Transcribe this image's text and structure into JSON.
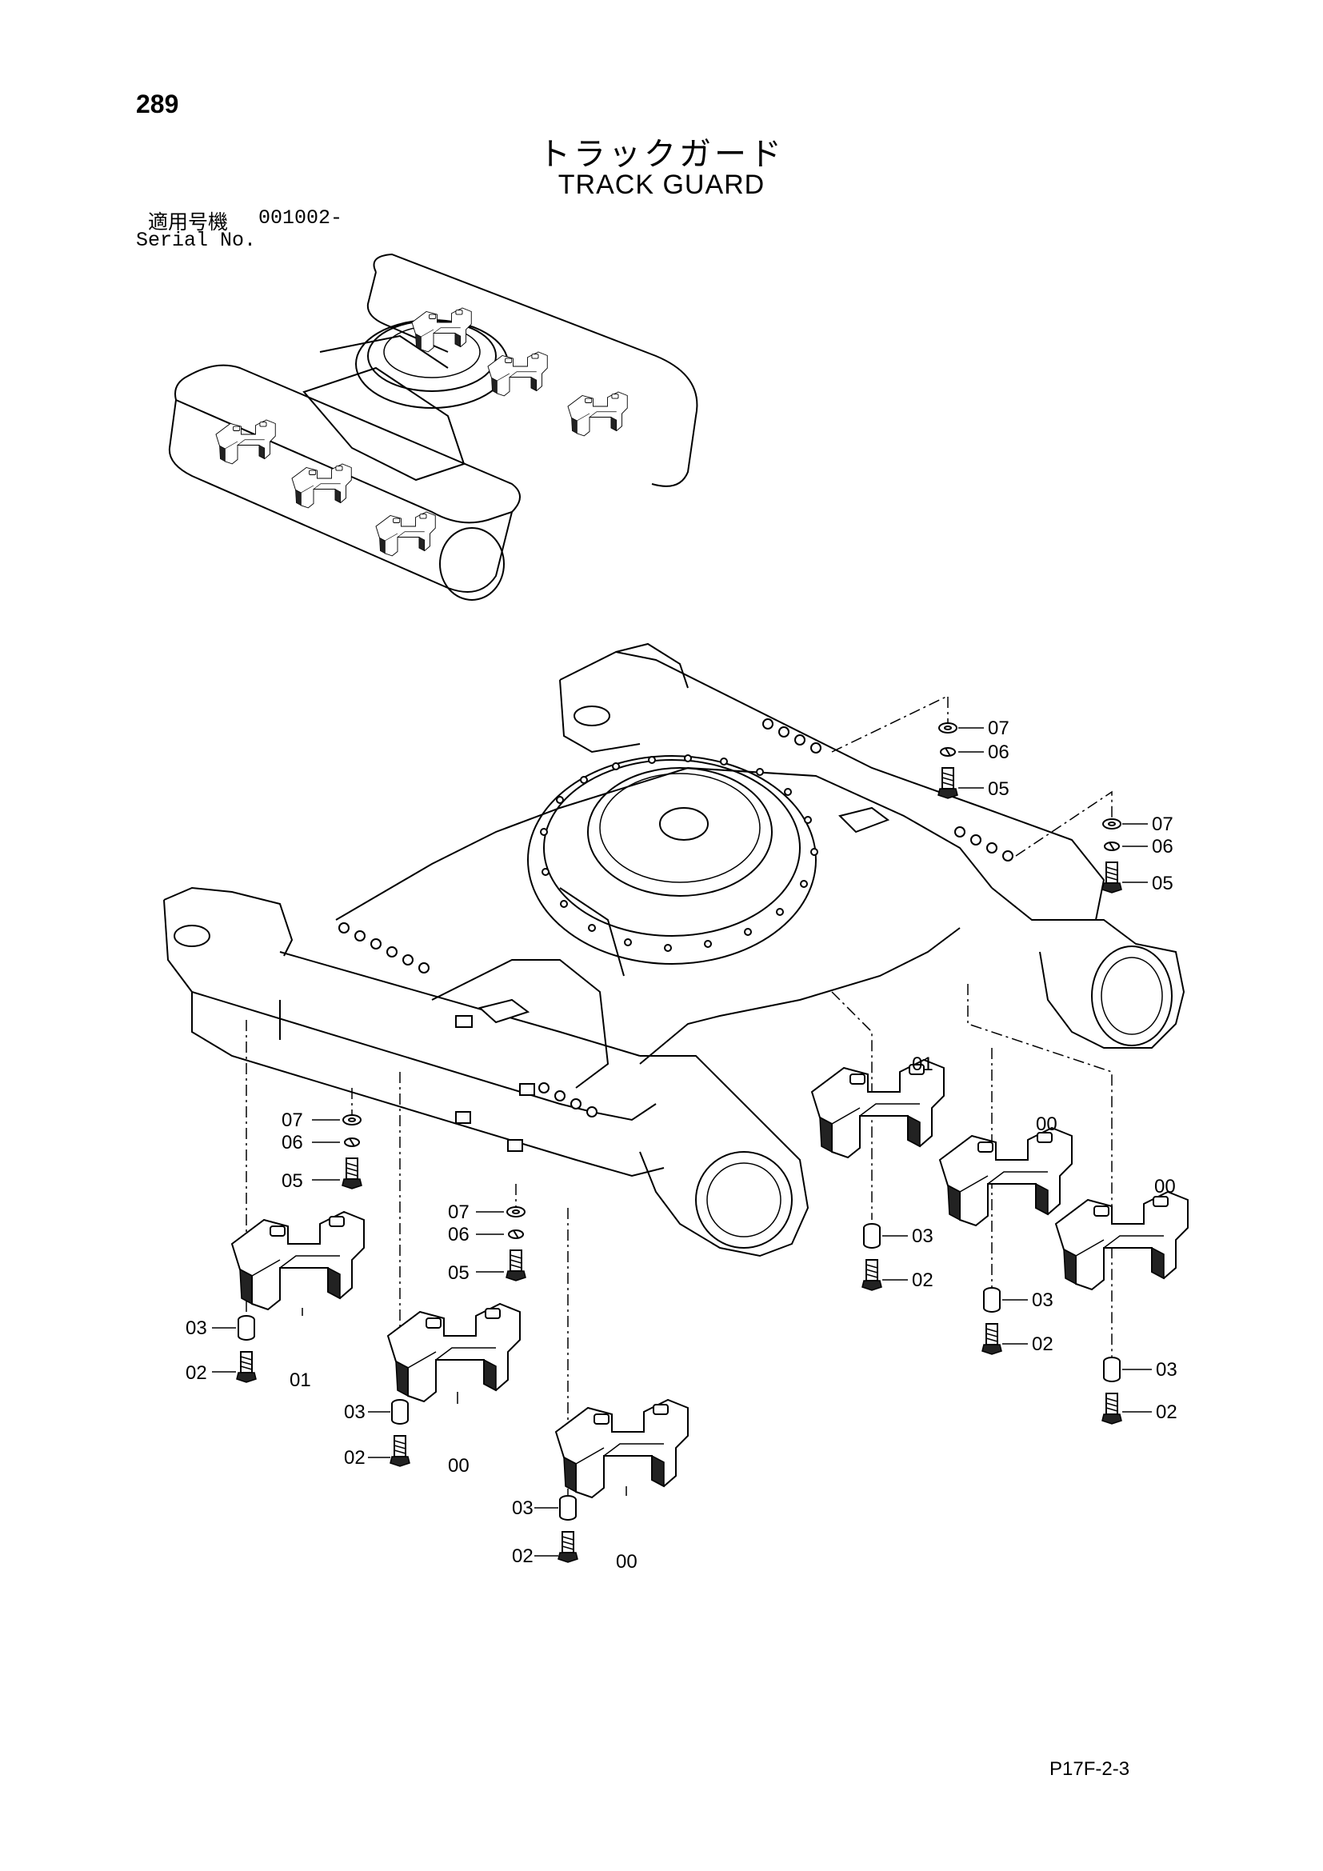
{
  "page_number": "289",
  "title_jp": "トラックガード",
  "title_en": "TRACK GUARD",
  "serial": {
    "label_jp": "適用号機",
    "value": "001002-",
    "label_en": "Serial No."
  },
  "callouts": {
    "c00": "00",
    "c01": "01",
    "c02": "02",
    "c03": "03",
    "c05": "05",
    "c06": "06",
    "c07": "07"
  },
  "footer_code": "P17F-2-3"
}
